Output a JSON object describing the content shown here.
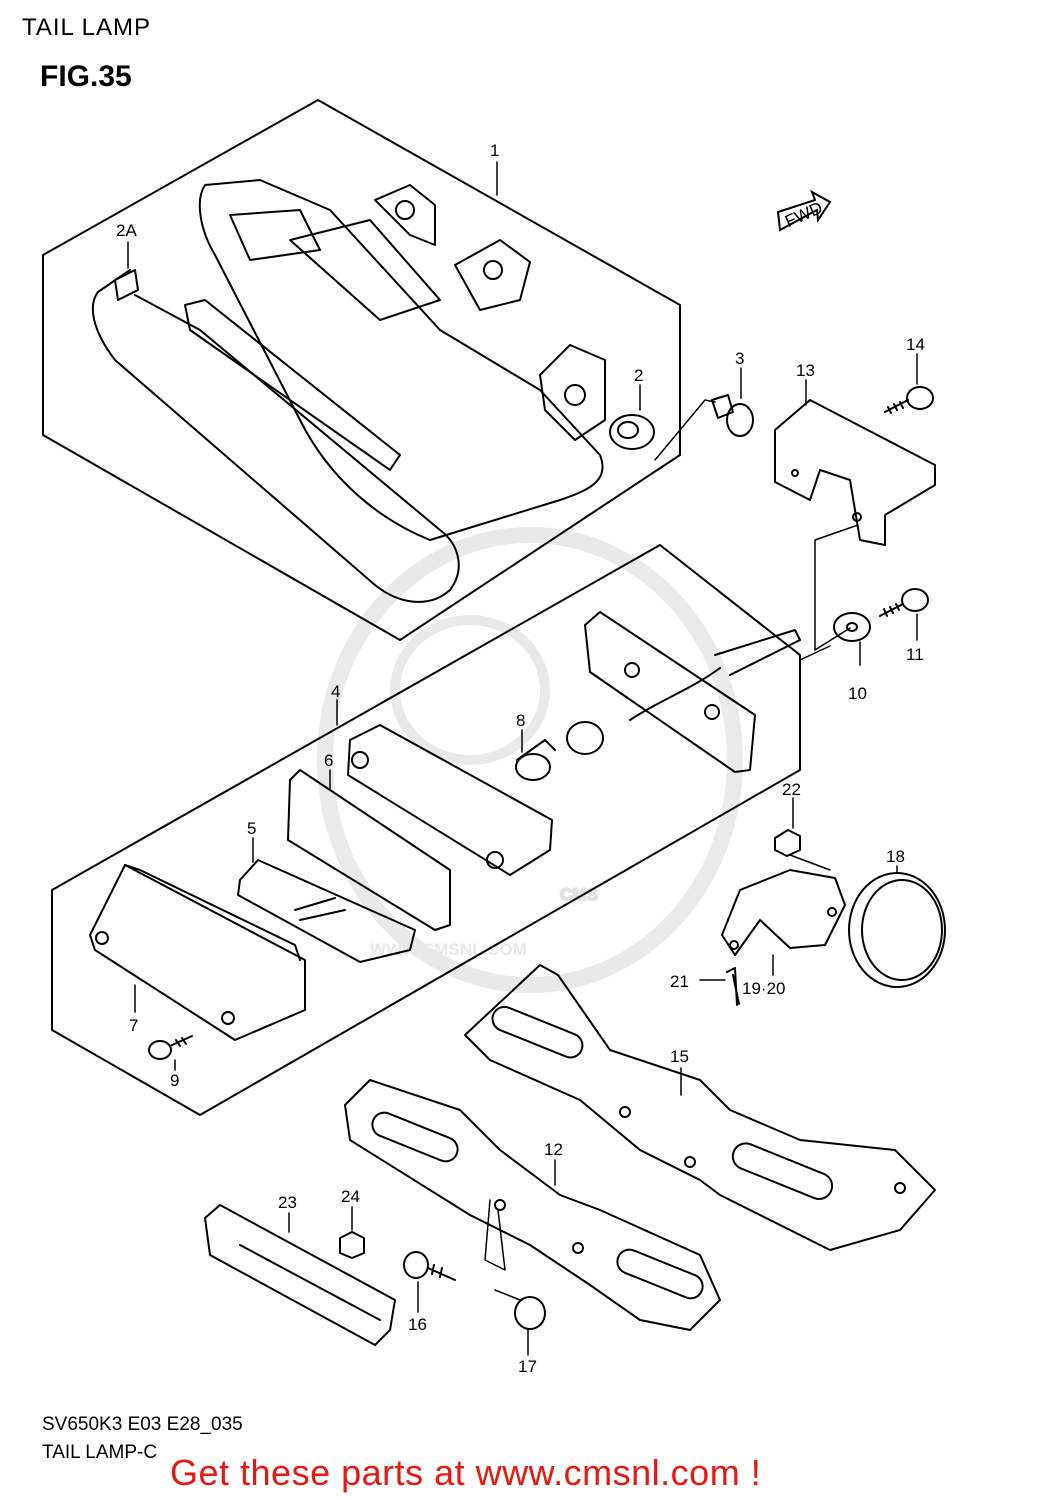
{
  "header": {
    "title": "TAIL LAMP",
    "figure": "FIG.35"
  },
  "watermark": {
    "brand": "CMS",
    "url": "WWW.CMSNL.COM"
  },
  "callouts": [
    {
      "id": "1",
      "text": "1"
    },
    {
      "id": "2A",
      "text": "2A"
    },
    {
      "id": "2",
      "text": "2"
    },
    {
      "id": "3",
      "text": "3"
    },
    {
      "id": "4",
      "text": "4"
    },
    {
      "id": "5",
      "text": "5"
    },
    {
      "id": "6",
      "text": "6"
    },
    {
      "id": "7",
      "text": "7"
    },
    {
      "id": "8",
      "text": "8"
    },
    {
      "id": "9",
      "text": "9"
    },
    {
      "id": "10",
      "text": "10"
    },
    {
      "id": "11",
      "text": "11"
    },
    {
      "id": "12",
      "text": "12"
    },
    {
      "id": "13",
      "text": "13"
    },
    {
      "id": "14",
      "text": "14"
    },
    {
      "id": "15",
      "text": "15"
    },
    {
      "id": "16",
      "text": "16"
    },
    {
      "id": "17",
      "text": "17"
    },
    {
      "id": "18",
      "text": "18"
    },
    {
      "id": "19-20",
      "text": "19·20"
    },
    {
      "id": "21",
      "text": "21"
    },
    {
      "id": "22",
      "text": "22"
    },
    {
      "id": "23",
      "text": "23"
    },
    {
      "id": "24",
      "text": "24"
    }
  ],
  "direction_badge": "FWD",
  "footer": {
    "model_code": "SV650K3 E03 E28_035",
    "subtitle": "TAIL LAMP-C",
    "promo": "Get these parts at www.cmsnl.com !"
  },
  "colors": {
    "promo": "#e8170f",
    "watermark": "#e2e2e2"
  }
}
